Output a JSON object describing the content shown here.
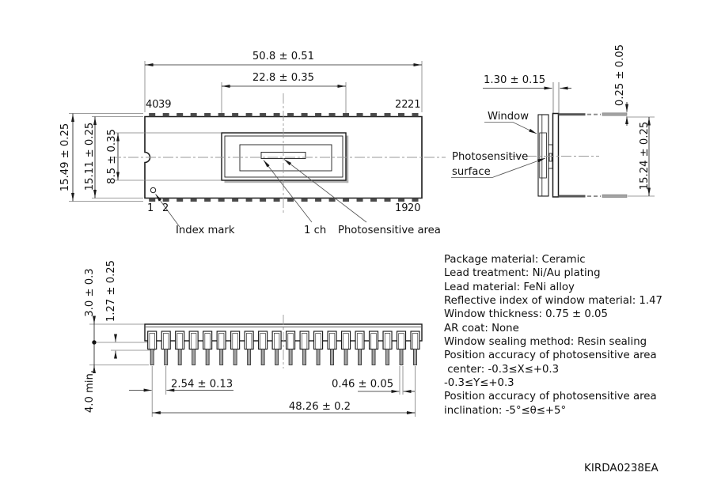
{
  "package": {
    "pins_per_row": 20
  },
  "colors": {
    "line": "#1a1a1a",
    "pin_dash": "#4a4a4a",
    "lead_fill": "#a3a3a3",
    "lead_dark": "#555555",
    "shadow": "#b0b0b0",
    "centerline": "#9a9a9a"
  },
  "top_view": {
    "dims": {
      "overall_width": "50.8 ± 0.51",
      "window_width": "22.8 ± 0.35",
      "overall_height": "15.49 ± 0.25",
      "body_height": "15.11 ± 0.25",
      "window_height": "8.5 ± 0.35"
    },
    "pins": {
      "tl1": "40",
      "tl2": "39",
      "tr1": "22",
      "tr2": "21",
      "bl1": "1",
      "bl2": "2",
      "br1": "19",
      "br2": "20"
    },
    "labels": {
      "index_mark": "Index mark",
      "one_ch": "1 ch",
      "photosensitive_area": "Photosensitive area"
    }
  },
  "side_view": {
    "dims": {
      "window_thickness": "1.30 ± 0.15",
      "lead_thickness": "0.25 ± 0.05",
      "height": "15.24 ± 0.25"
    },
    "labels": {
      "window": "Window",
      "photosensitive_line1": "Photosensitive",
      "photosensitive_line2": "surface"
    }
  },
  "bottom_view": {
    "dims": {
      "body_thickness": "3.0 ± 0.3",
      "shoulder_length": "1.27 ± 0.25",
      "lead_min_length": "4.0 min.",
      "lead_pitch": "2.54 ± 0.13",
      "lead_width": "0.46 ± 0.05",
      "lead_span": "48.26 ± 0.2"
    }
  },
  "notes": {
    "lines": [
      "Package material: Ceramic",
      "Lead treatment: Ni/Au plating",
      "Lead material: FeNi alloy",
      "Reflective index of window material: 1.47",
      "Window thickness: 0.75 ± 0.05",
      "AR coat: None",
      "Window sealing method: Resin sealing",
      "Position accuracy of photosensitive area",
      " center: -0.3≤X≤+0.3",
      "-0.3≤Y≤+0.3",
      "Position accuracy of photosensitive area",
      "inclination: -5°≤θ≤+5°"
    ]
  },
  "footer": {
    "drawing_number": "KIRDA0238EA"
  }
}
